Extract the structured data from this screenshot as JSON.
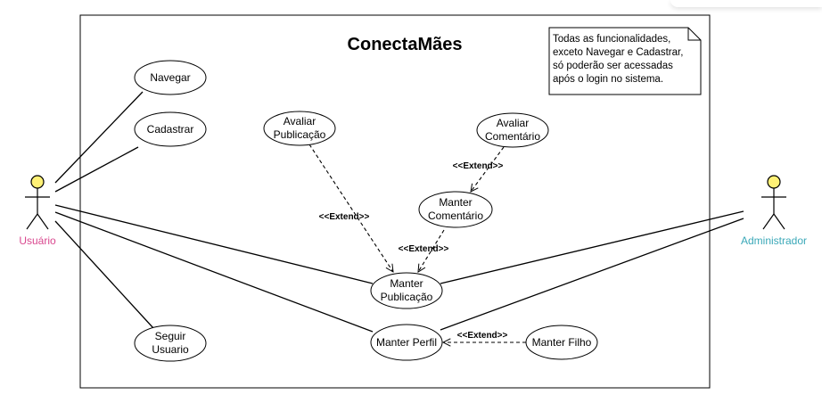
{
  "diagram": {
    "title": "ConectaMães",
    "note_lines": [
      "Todas as funcionalidades,",
      "exceto Navegar e Cadastrar,",
      "só poderão ser acessadas",
      "após o login no sistema."
    ],
    "actors": {
      "usuario": {
        "label": "Usuário",
        "color": "#d9488f"
      },
      "administrador": {
        "label": "Administrador",
        "color": "#3aa8b8"
      }
    },
    "actor_fill": "#fff176",
    "use_cases": {
      "navegar": [
        "Navegar"
      ],
      "cadastrar": [
        "Cadastrar"
      ],
      "avaliar_publicacao": [
        "Avaliar",
        "Publicação"
      ],
      "avaliar_comentario": [
        "Avaliar",
        "Comentário"
      ],
      "manter_comentario": [
        "Manter",
        "Comentário"
      ],
      "manter_publicacao": [
        "Manter",
        "Publicação"
      ],
      "manter_perfil": [
        "Manter Perfil"
      ],
      "manter_filho": [
        "Manter Filho"
      ],
      "seguir_usuario": [
        "Seguir",
        "Usuario"
      ]
    },
    "extend_label": "<<Extend>>"
  }
}
